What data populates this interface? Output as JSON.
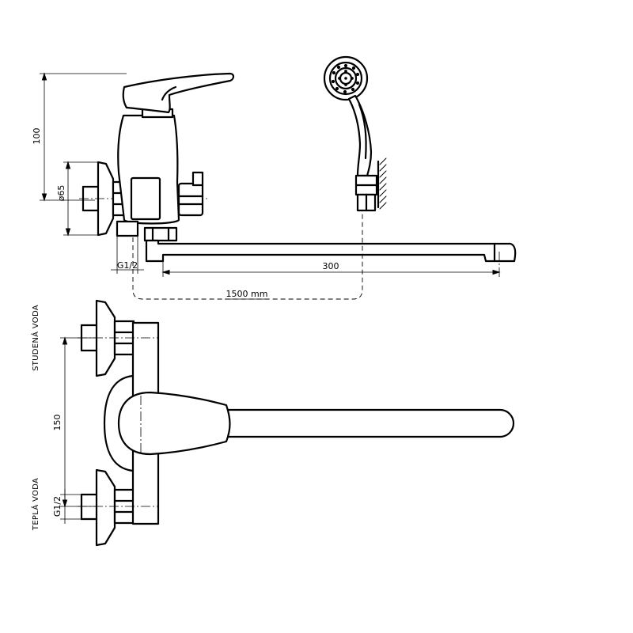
{
  "dimensions": {
    "height_100": "100",
    "diameter_65": "ø65",
    "thread_top": "G1/2",
    "spout_300": "300",
    "hose_1500": "1500 mm",
    "spacing_150": "150",
    "thread_bottom": "G1/2"
  },
  "labels": {
    "cold_water": "STUDENÁ VODA",
    "hot_water": "TEPLÁ VODA"
  },
  "colors": {
    "line": "#000000",
    "background": "#ffffff"
  }
}
